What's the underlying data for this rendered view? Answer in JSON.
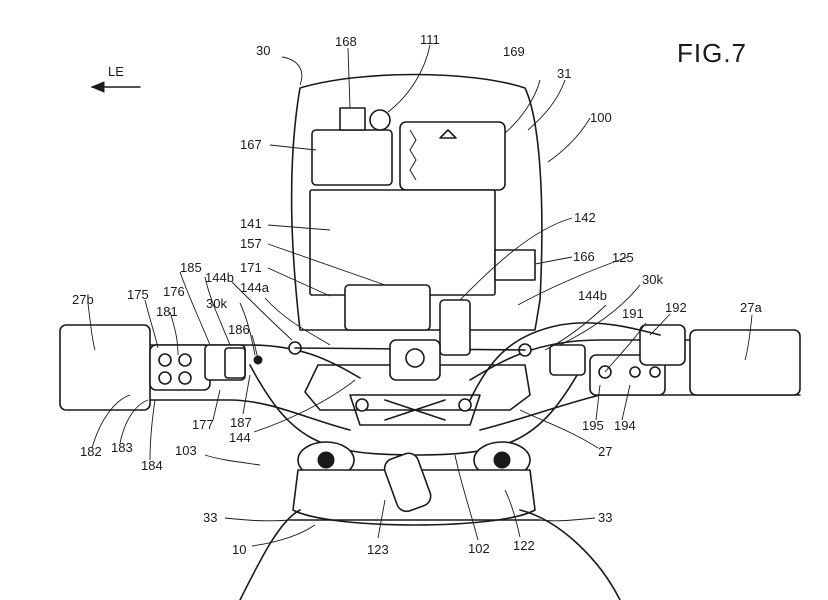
{
  "figure_title": "FIG.7",
  "direction_label": "LE",
  "labels": {
    "l30": "30",
    "l168": "168",
    "l111": "111",
    "l169": "169",
    "l31": "31",
    "l100": "100",
    "l167": "167",
    "l141": "141",
    "l142": "142",
    "l157": "157",
    "l166": "166",
    "l125": "125",
    "l171": "171",
    "l185": "185",
    "l144b_left": "144b",
    "l144a": "144a",
    "l30k_left": "30k",
    "l175": "175",
    "l176": "176",
    "l181": "181",
    "l186": "186",
    "l27b": "27b",
    "l30k_right": "30k",
    "l144b_right": "144b",
    "l191": "191",
    "l192": "192",
    "l27a": "27a",
    "l177": "177",
    "l187": "187",
    "l144": "144",
    "l182": "182",
    "l183": "183",
    "l184": "184",
    "l103": "103",
    "l27": "27",
    "l195": "195",
    "l194": "194",
    "l33_left": "33",
    "l33_right": "33",
    "l10": "10",
    "l123": "123",
    "l102": "102",
    "l122": "122"
  }
}
